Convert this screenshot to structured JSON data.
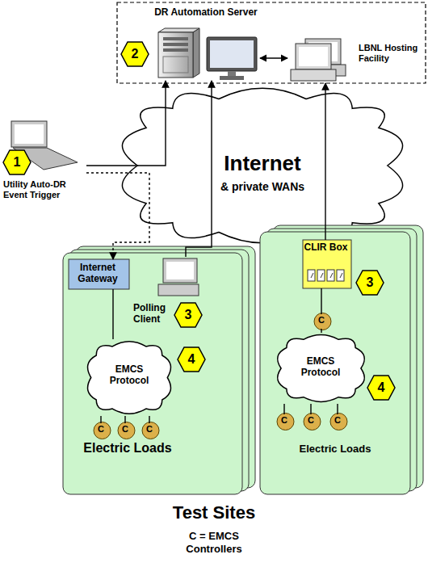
{
  "diagram": {
    "nodes": [
      {
        "text": [
          "LBNL Hosting Facility"
        ]
      },
      {
        "text": [
          "DR Automation Server"
        ],
        "in": 0
      },
      {
        "text": [
          "Internet",
          "& private WANs"
        ]
      },
      {
        "text": [
          "Utility Auto-DR Event Trigger"
        ]
      },
      {
        "text": [
          "Electric Loads"
        ]
      },
      {
        "text": [
          "Internet Gateway"
        ],
        "in": 4
      },
      {
        "text": [
          "Polling Client"
        ],
        "in": 4
      },
      {
        "text": [
          "EMCS Protocol"
        ],
        "in": 4
      },
      {
        "text": [
          "C"
        ],
        "in": 4
      },
      {
        "text": [
          "C"
        ],
        "in": 4
      },
      {
        "text": [
          "C"
        ],
        "in": 4
      },
      {
        "text": [
          "Electric Loads"
        ]
      },
      {
        "text": [
          "CLIR Box"
        ],
        "in": 11
      },
      {
        "text": [
          "C"
        ],
        "in": 11
      },
      {
        "text": [
          "EMCS Protocol"
        ],
        "in": 11
      },
      {
        "text": [
          "C"
        ],
        "in": 11
      },
      {
        "text": [
          "C"
        ],
        "in": 11
      },
      {
        "text": [
          "C"
        ],
        "in": 11
      }
    ],
    "edges": [
      {
        "from": 3,
        "to": 1,
        "arrow": "to"
      },
      {
        "from": 3,
        "to": 5,
        "arrow": "to"
      },
      {
        "from": 6,
        "to": 1,
        "arrow": "to"
      },
      {
        "from": 12,
        "to": 0,
        "arrow": "to"
      },
      {
        "from": 5,
        "to": 7,
        "arrow": "none"
      },
      {
        "from": 7,
        "to": 8,
        "arrow": "none"
      },
      {
        "from": 7,
        "to": 9,
        "arrow": "none"
      },
      {
        "from": 7,
        "to": 10,
        "arrow": "none"
      },
      {
        "from": 12,
        "to": 13,
        "arrow": "none"
      },
      {
        "from": 13,
        "to": 14,
        "arrow": "none"
      },
      {
        "from": 14,
        "to": 15,
        "arrow": "none"
      },
      {
        "from": 14,
        "to": 16,
        "arrow": "none"
      },
      {
        "from": 14,
        "to": 17,
        "arrow": "none"
      }
    ],
    "labels": [
      "1",
      "2",
      "3",
      "4",
      "3",
      "4",
      "Test Sites",
      "C = EMCS Controllers"
    ]
  }
}
